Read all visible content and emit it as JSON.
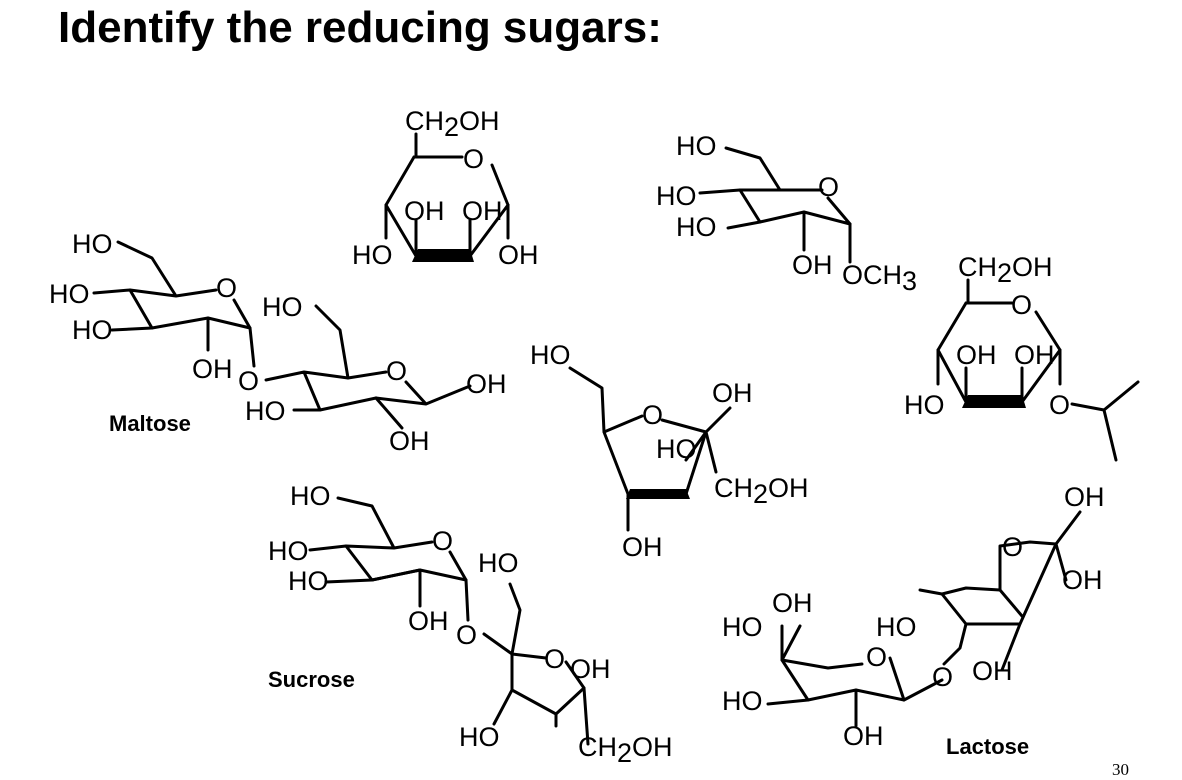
{
  "slide": {
    "title": "Identify the reducing sugars:",
    "page_number": "30"
  },
  "labels": {
    "ho": "HO",
    "oh": "OH",
    "o": "O",
    "ch2oh_prefix": "CH",
    "ch2oh_sub": "2",
    "ch2oh_suffix": "OH",
    "och3_prefix": "OCH",
    "och3_sub": "3"
  },
  "sugars": {
    "maltose": "Maltose",
    "sucrose": "Sucrose",
    "lactose": "Lactose"
  }
}
